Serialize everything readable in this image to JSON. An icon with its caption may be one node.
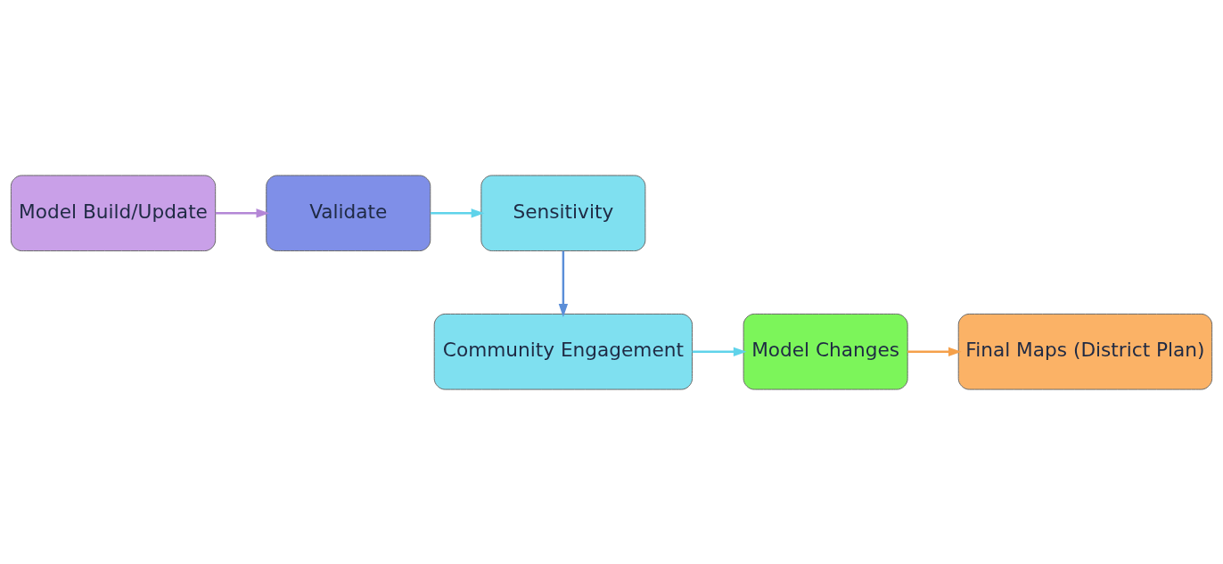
{
  "diagram": {
    "nodes": [
      {
        "text": [
          "Model Build/Update"
        ]
      },
      {
        "text": [
          "Validate"
        ]
      },
      {
        "text": [
          "Sensitivity"
        ]
      },
      {
        "text": [
          "Community Engagement"
        ]
      },
      {
        "text": [
          "Model Changes"
        ]
      },
      {
        "text": [
          "Final Maps (District Plan)"
        ]
      }
    ],
    "edges": [
      {
        "from": 0,
        "to": 1,
        "arrow": "to",
        "color": "#b487d6"
      },
      {
        "from": 1,
        "to": 2,
        "arrow": "to",
        "color": "#5fd3ea"
      },
      {
        "from": 2,
        "to": 3,
        "arrow": "to",
        "color": "#5b8ed8"
      },
      {
        "from": 3,
        "to": 4,
        "arrow": "to",
        "color": "#5fd3ea"
      },
      {
        "from": 4,
        "to": 5,
        "arrow": "to",
        "color": "#f5a04a"
      }
    ]
  }
}
